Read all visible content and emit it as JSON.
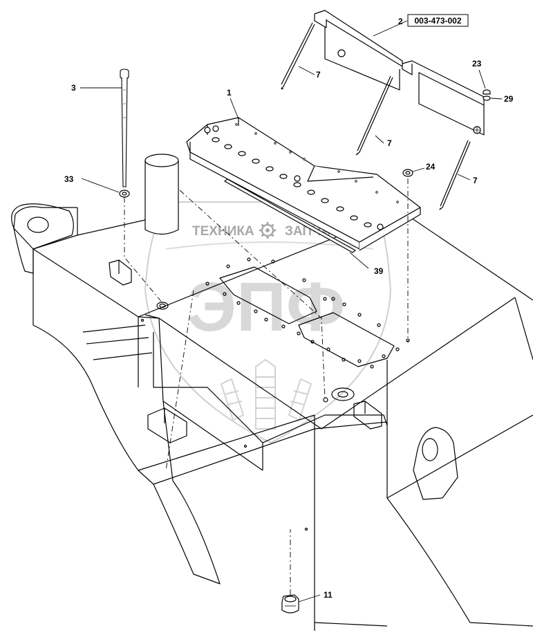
{
  "callouts": {
    "part_1": "1",
    "part_2": "2",
    "part_2_code": "003-473-002",
    "part_3": "3",
    "part_7_a": "7",
    "part_7_b": "7",
    "part_7_c": "7",
    "part_11": "11",
    "part_23": "23",
    "part_24": "24",
    "part_29": "29",
    "part_33": "33",
    "part_39": "39"
  },
  "watermark": {
    "left_text": "ТЕХНИКА",
    "right_text": "ЗАПЧАСТИ",
    "logo_text": "ЭПФ"
  },
  "icons": [
    "gear-icon",
    "wheat-emblem-icon"
  ],
  "colors": {
    "line": "#000000",
    "watermark_text": "#a8a8a8",
    "watermark_logo": "#d8d8d8",
    "background": "#ffffff"
  }
}
